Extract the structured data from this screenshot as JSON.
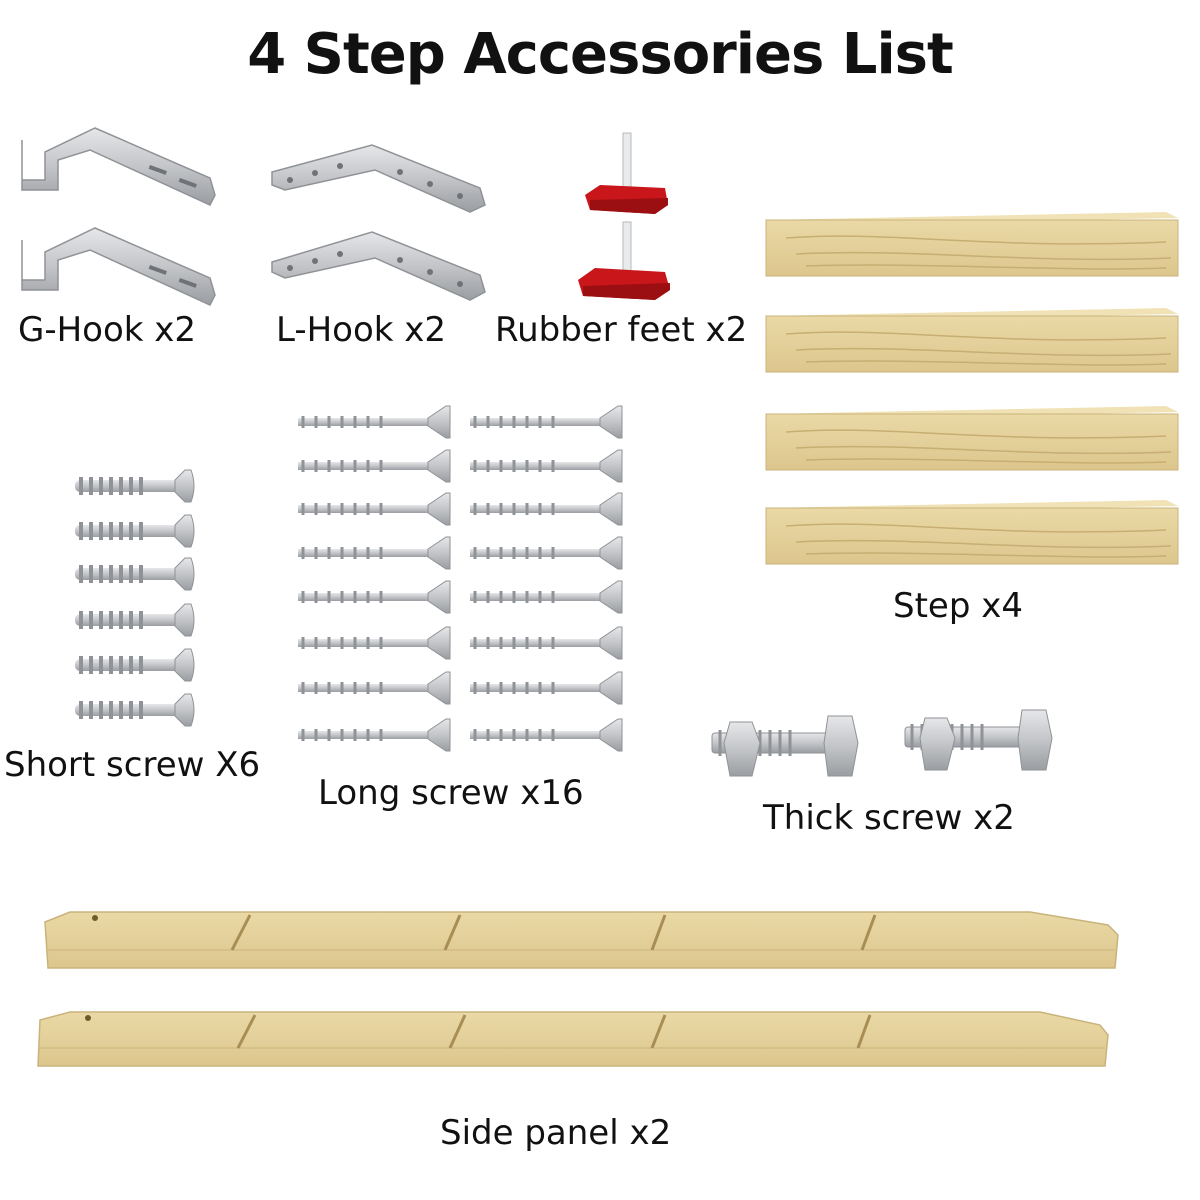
{
  "title": "4 Step Accessories List",
  "items": {
    "g_hook": "G-Hook x2",
    "l_hook": "L-Hook x2",
    "rubber_feet": "Rubber feet x2",
    "step": "Step x4",
    "short_screw": "Short screw X6",
    "long_screw": "Long screw x16",
    "thick_screw": "Thick screw x2",
    "side_panel": "Side panel x2"
  },
  "colors": {
    "wood": "#e2cf98",
    "wood_dark": "#c9b37a",
    "metal": "#c9cbce",
    "metal_dark": "#8f9296",
    "rubber": "#c8161a"
  }
}
